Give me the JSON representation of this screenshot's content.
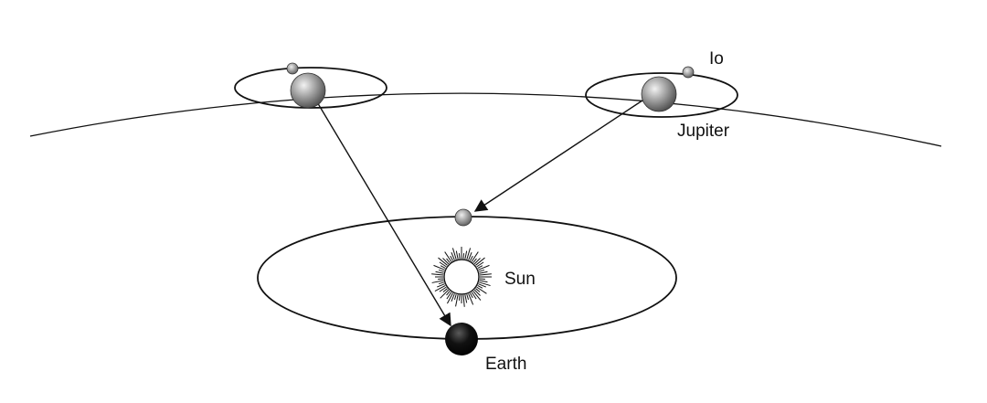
{
  "labels": {
    "io": "Io",
    "jupiter": "Jupiter",
    "sun": "Sun",
    "earth": "Earth"
  },
  "colors": {
    "background": "#ffffff",
    "line": "#111111",
    "earth": "#000000",
    "planet_shade": "#9a9a9a"
  }
}
